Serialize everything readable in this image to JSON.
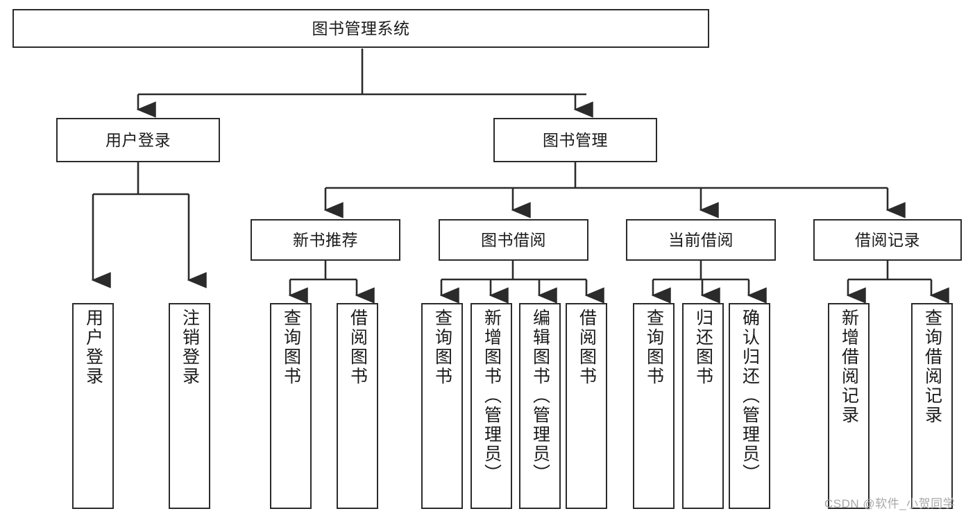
{
  "diagram": {
    "title": "图书管理系统",
    "type": "hierarchy-tree",
    "watermark": "CSDN @软件_小贺同学",
    "colors": {
      "box_border": "#2b2b2b",
      "box_fill": "#ffffff",
      "edge": "#2b2b2b",
      "text": "#1a1a1a",
      "watermark": "#a8a8a8"
    },
    "nodes": {
      "root": {
        "label": "图书管理系统"
      },
      "level2": [
        {
          "id": "user-login",
          "label": "用户登录"
        },
        {
          "id": "book-manage",
          "label": "图书管理"
        }
      ],
      "level3": [
        {
          "id": "new-book-recommend",
          "label": "新书推荐"
        },
        {
          "id": "book-borrow",
          "label": "图书借阅"
        },
        {
          "id": "current-borrow",
          "label": "当前借阅"
        },
        {
          "id": "borrow-record",
          "label": "借阅记录"
        }
      ],
      "leaves": {
        "user-login": [
          {
            "id": "leaf-user-login",
            "label": "用户登录"
          },
          {
            "id": "leaf-logout",
            "label": "注销登录"
          }
        ],
        "new-book-recommend": [
          {
            "id": "leaf-query-book-1",
            "label": "查询图书"
          },
          {
            "id": "leaf-borrow-book-1",
            "label": "借阅图书"
          }
        ],
        "book-borrow": [
          {
            "id": "leaf-query-book-2",
            "label": "查询图书"
          },
          {
            "id": "leaf-add-book",
            "label": "新增图书（管理员）"
          },
          {
            "id": "leaf-edit-book",
            "label": "编辑图书（管理员）"
          },
          {
            "id": "leaf-borrow-book-2",
            "label": "借阅图书"
          }
        ],
        "current-borrow": [
          {
            "id": "leaf-query-book-3",
            "label": "查询图书"
          },
          {
            "id": "leaf-return-book",
            "label": "归还图书"
          },
          {
            "id": "leaf-confirm-return",
            "label": "确认归还（管理员）"
          }
        ],
        "borrow-record": [
          {
            "id": "leaf-add-record",
            "label": "新增借阅记录"
          },
          {
            "id": "leaf-query-record",
            "label": "查询借阅记录"
          }
        ]
      }
    }
  }
}
